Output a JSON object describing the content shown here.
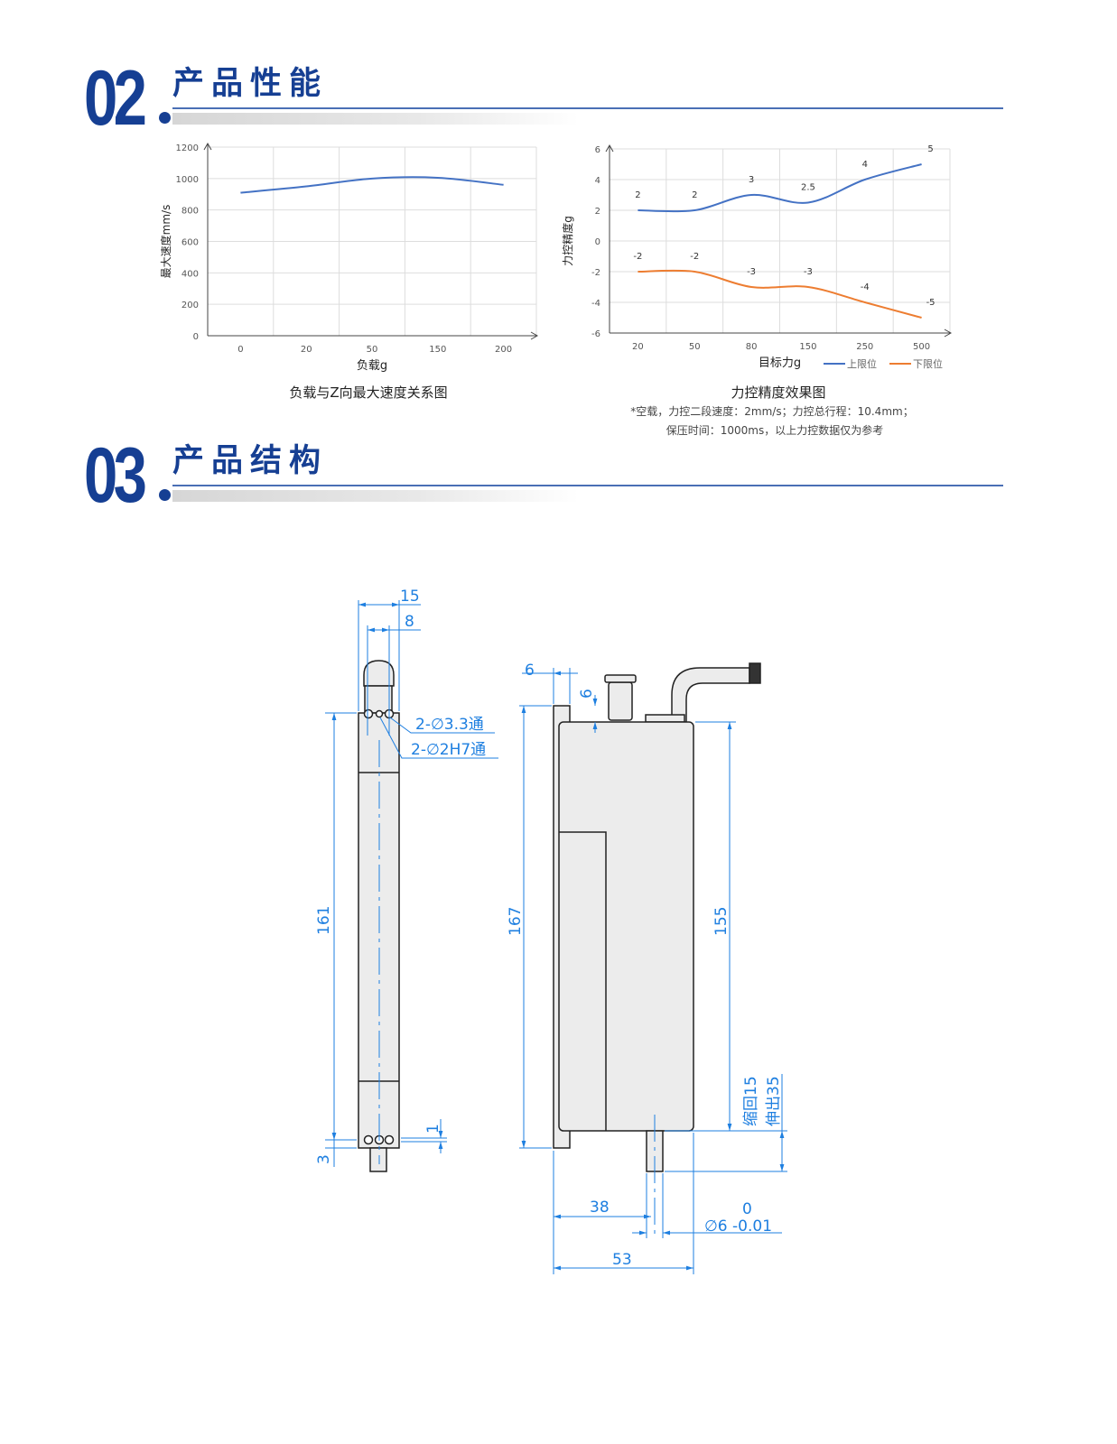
{
  "section_perf": {
    "number": "02",
    "title": "产品性能"
  },
  "section_struct": {
    "number": "03",
    "title": "产品结构"
  },
  "colors": {
    "brand": "#163f93",
    "upper": "#4472c4",
    "lower": "#ed7d31",
    "dim": "#1e7fe0"
  },
  "chart_data": [
    {
      "type": "line",
      "title": "负载与Z向最大速度关系图",
      "xlabel": "负载g",
      "ylabel": "最大速度mm/s",
      "categories": [
        "0",
        "20",
        "50",
        "150",
        "200"
      ],
      "series": [
        {
          "name": "最大速度",
          "values": [
            910,
            950,
            1000,
            1005,
            960
          ]
        }
      ],
      "ylim": [
        0,
        1200
      ],
      "yticks": [
        0,
        200,
        400,
        600,
        800,
        1000,
        1200
      ],
      "grid": true
    },
    {
      "type": "line",
      "title": "力控精度效果图",
      "xlabel": "目标力g",
      "ylabel": "力控精度g",
      "categories": [
        "20",
        "50",
        "80",
        "150",
        "250",
        "500"
      ],
      "series": [
        {
          "name": "上限位",
          "values": [
            2,
            2,
            3,
            2.5,
            4,
            5
          ]
        },
        {
          "name": "下限位",
          "values": [
            -2,
            -2,
            -3,
            -3,
            -4,
            -5
          ]
        }
      ],
      "ylim": [
        -6,
        6
      ],
      "yticks": [
        -6,
        -4,
        -2,
        0,
        2,
        4,
        6
      ],
      "grid": true,
      "legend": "bottom-right",
      "notes": [
        "*空载，力控二段速度：2mm/s；力控总行程：10.4mm；",
        "保压时间：1000ms，以上力控数据仅为参考"
      ]
    }
  ],
  "drawing": {
    "dim_15": "15",
    "dim_8": "8",
    "hole_1": "2-∅3.3通",
    "hole_2": "2-∅2H7通",
    "dim_161": "161",
    "dim_3": "3",
    "dim_1": "1",
    "dim_6_h": "6",
    "dim_6_v": "6",
    "dim_167": "167",
    "dim_155": "155",
    "stroke_retract": "缩回15",
    "stroke_extend": "伸出35",
    "dim_38": "38",
    "dim_53": "53",
    "shaft_dia": "∅6 -0.01",
    "shaft_tol_upper": "0"
  }
}
